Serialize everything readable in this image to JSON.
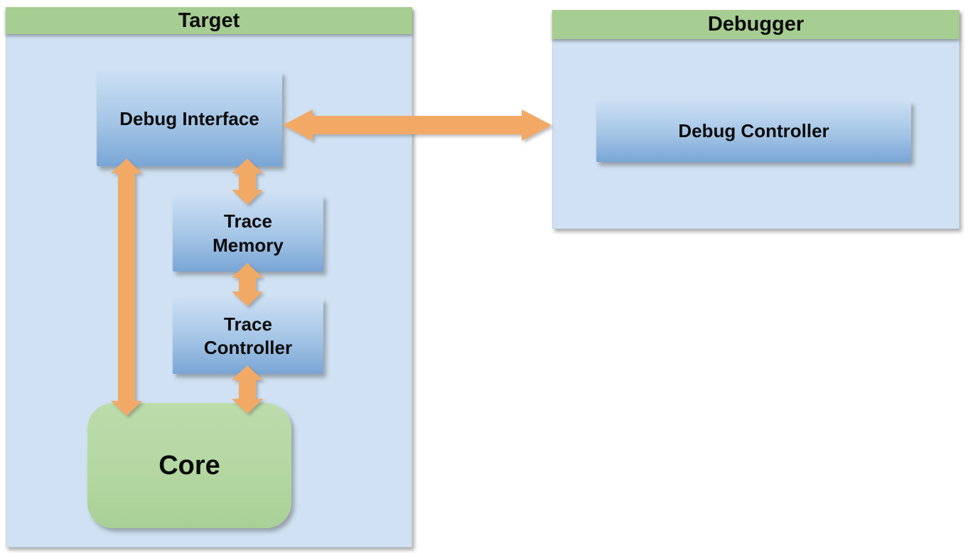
{
  "containers": {
    "target": {
      "title": "Target"
    },
    "debugger": {
      "title": "Debugger"
    }
  },
  "blocks": {
    "debug_interface": {
      "label": "Debug Interface"
    },
    "trace_memory": {
      "label": "Trace Memory"
    },
    "trace_controller": {
      "label": "Trace Controller"
    },
    "core": {
      "label": "Core"
    },
    "debug_controller": {
      "label": "Debug Controller"
    }
  },
  "connections": [
    {
      "from": "Debug Interface",
      "to": "Debug Controller",
      "direction": "bidirectional"
    },
    {
      "from": "Debug Interface",
      "to": "Core",
      "direction": "bidirectional"
    },
    {
      "from": "Debug Interface",
      "to": "Trace Memory",
      "direction": "bidirectional"
    },
    {
      "from": "Trace Memory",
      "to": "Trace Controller",
      "direction": "bidirectional"
    },
    {
      "from": "Trace Controller",
      "to": "Core",
      "direction": "bidirectional"
    }
  ],
  "colors": {
    "header_green": "#a6cd92",
    "container_blue": "#cfe1f3",
    "block_gradient_top": "#cbdff3",
    "block_gradient_bottom": "#79a5d5",
    "core_green": "#b4d7a2",
    "arrow_orange": "#f2a965",
    "text_color": "#0b0b0b"
  }
}
